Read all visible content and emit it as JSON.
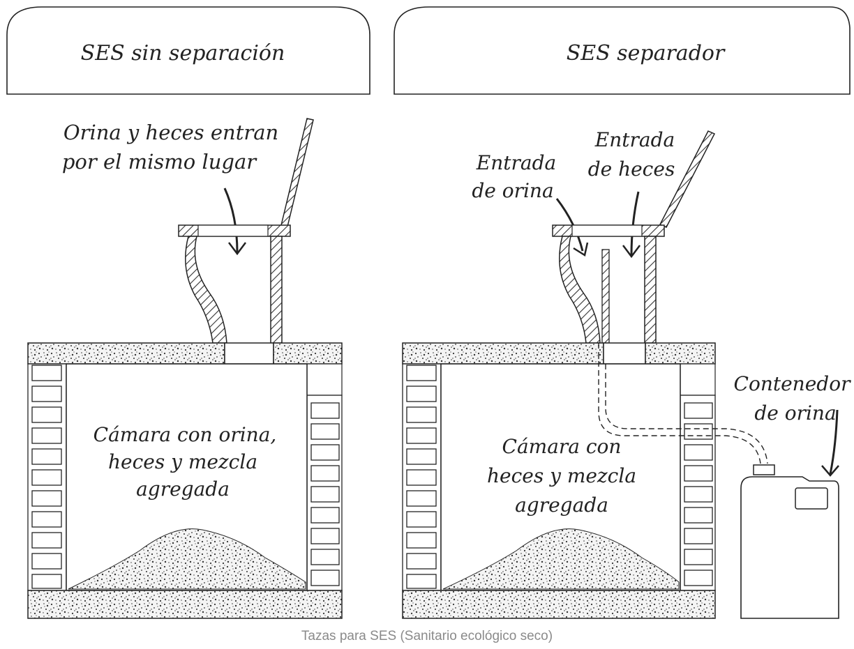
{
  "panels": {
    "left": {
      "title": "SES sin separación",
      "inlet_label": [
        "Orina y heces entran",
        "por el mismo lugar"
      ],
      "chamber_label": [
        "Cámara con orina,",
        "heces y mezcla",
        "agregada"
      ]
    },
    "right": {
      "title": "SES separador",
      "urine_inlet_label": [
        "Entrada",
        "de orina"
      ],
      "feces_inlet_label": [
        "Entrada",
        "de heces"
      ],
      "chamber_label": [
        "Cámara con",
        "heces y mezcla",
        "agregada"
      ],
      "container_label": [
        "Contenedor",
        "de orina"
      ]
    }
  },
  "caption": "Tazas para SES (Sanitario ecológico seco)",
  "colors": {
    "ink": "#222222",
    "caption": "#8a8a8a",
    "speckle": "#444444"
  }
}
